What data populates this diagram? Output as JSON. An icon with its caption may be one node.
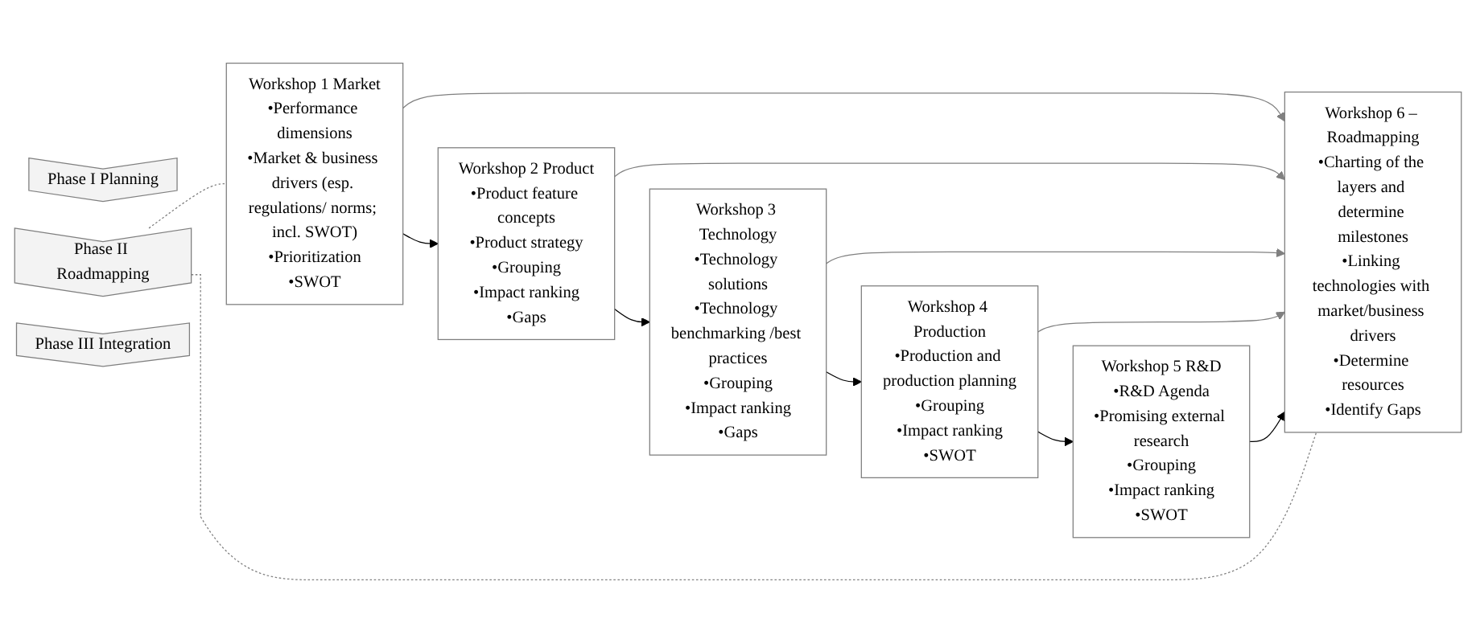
{
  "diagram": {
    "nodes": [
      {
        "text": [
          "Phase I Planning"
        ]
      },
      {
        "text": [
          "Phase II Roadmapping"
        ]
      },
      {
        "text": [
          "Phase III Integration"
        ]
      },
      {
        "text": [
          "Workshop 1 Market",
          "•Performance dimensions",
          "•Market & business drivers (esp. regulations/ norms; incl. SWOT)",
          "•Prioritization",
          "•SWOT"
        ]
      },
      {
        "text": [
          "Workshop 2 Product",
          "•Product feature concepts",
          "•Product strategy",
          "•Grouping",
          "•Impact ranking",
          "•Gaps"
        ]
      },
      {
        "text": [
          "Workshop 3 Technology",
          "•Technology solutions",
          "•Technology benchmarking /best practices",
          "•Grouping",
          "•Impact ranking",
          "•Gaps"
        ]
      },
      {
        "text": [
          "Workshop 4 Production",
          "•Production and production planning",
          "•Grouping",
          "•Impact ranking",
          "•SWOT"
        ]
      },
      {
        "text": [
          "Workshop 5 R&D",
          "•R&D Agenda",
          "•Promising external research",
          "•Grouping",
          "•Impact ranking",
          "•SWOT"
        ]
      },
      {
        "text": [
          "Workshop 6 – Roadmapping",
          "•Charting of the layers and determine milestones",
          "•Linking technologies with market/business drivers",
          "•Determine resources",
          "•Identify Gaps"
        ]
      }
    ],
    "edges": [
      {
        "from": 3,
        "to": 4,
        "arrow": "to",
        "color": "#000000"
      },
      {
        "from": 4,
        "to": 5,
        "arrow": "to",
        "color": "#000000"
      },
      {
        "from": 5,
        "to": 6,
        "arrow": "to",
        "color": "#000000"
      },
      {
        "from": 6,
        "to": 7,
        "arrow": "to",
        "color": "#000000"
      },
      {
        "from": 3,
        "to": 8,
        "arrow": "to"
      },
      {
        "from": 4,
        "to": 8,
        "arrow": "to"
      },
      {
        "from": 5,
        "to": 8,
        "arrow": "to"
      },
      {
        "from": 6,
        "to": 8,
        "arrow": "to"
      },
      {
        "from": 7,
        "to": 8,
        "arrow": "to",
        "color": "#000000"
      },
      {
        "from": 1,
        "to": 3,
        "arrow": "none",
        "style": "dashed"
      },
      {
        "from": 1,
        "to": 8,
        "arrow": "none",
        "style": "dashed"
      }
    ]
  }
}
